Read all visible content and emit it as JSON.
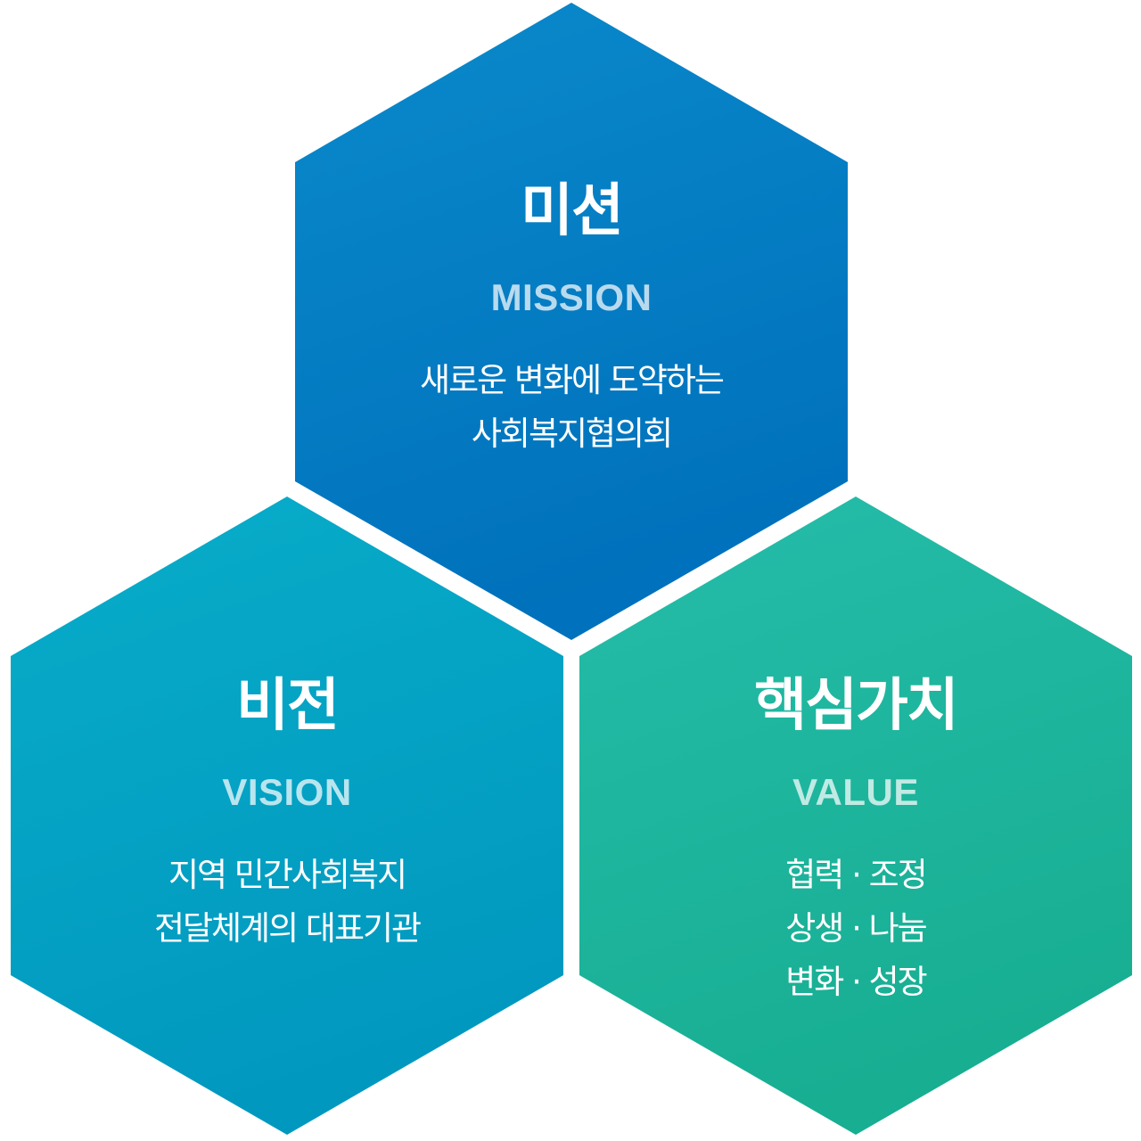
{
  "mission": {
    "title": "미션",
    "subtitle": "MISSION",
    "lines": [
      "새로운 변화에 도약하는",
      "사회복지협의회"
    ],
    "color_top": "#0A8ACB",
    "color_bottom": "#0071BC"
  },
  "vision": {
    "title": "비전",
    "subtitle": "VISION",
    "lines": [
      "지역 민간사회복지",
      "전달체계의 대표기관"
    ],
    "color_top": "#08ADC9",
    "color_bottom": "#0198BF"
  },
  "value": {
    "title": "핵심가치",
    "subtitle": "VALUE",
    "lines": [
      "협력 · 조정",
      "상생 · 나눔",
      "변화 · 성장"
    ],
    "color_top": "#25BDAA",
    "color_bottom": "#17AE92"
  }
}
